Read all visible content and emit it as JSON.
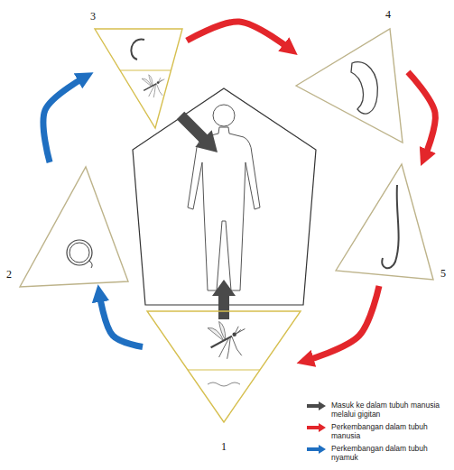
{
  "diagram": {
    "nodes": [
      {
        "text": [
          "1"
        ]
      },
      {
        "text": [
          "2"
        ]
      },
      {
        "text": [
          "3"
        ]
      },
      {
        "text": [
          "4"
        ]
      },
      {
        "text": [
          "5"
        ]
      }
    ],
    "edges": [
      {
        "from": 0,
        "to": 1,
        "arrow": "to"
      },
      {
        "from": 1,
        "to": 2,
        "arrow": "to"
      },
      {
        "from": 2,
        "to": 3,
        "arrow": "to"
      },
      {
        "from": 3,
        "to": 4,
        "arrow": "to"
      },
      {
        "from": 4,
        "to": 0,
        "arrow": "to"
      }
    ],
    "legend": [
      {
        "text": "Masuk ke dalam tubuh manusia melalui gigitan",
        "color": "#4a4a4a"
      },
      {
        "text": "Perkembangan dalam tubuh manusia",
        "color": "#e3262b"
      },
      {
        "text": "Perkembangan dalam tubuh nyamuk",
        "color": "#1f6fc1"
      }
    ]
  }
}
